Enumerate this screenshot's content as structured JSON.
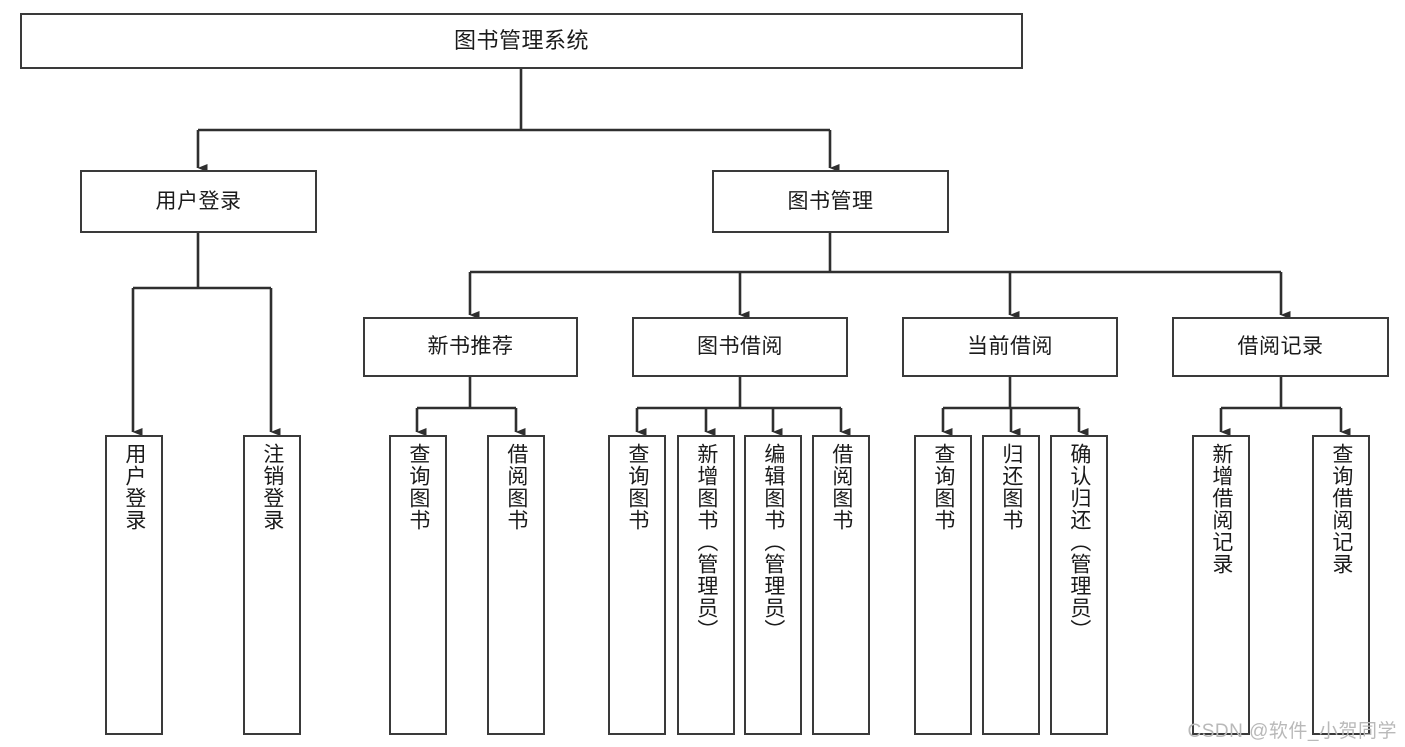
{
  "diagram": {
    "title": "图书管理系统",
    "type": "tree-hierarchy-chart",
    "root": {
      "label": "图书管理系统"
    },
    "level1": [
      {
        "label": "用户登录"
      },
      {
        "label": "图书管理"
      }
    ],
    "level2": [
      {
        "label": "新书推荐"
      },
      {
        "label": "图书借阅"
      },
      {
        "label": "当前借阅"
      },
      {
        "label": "借阅记录"
      }
    ],
    "leaves": {
      "user_login": [
        {
          "label": "用户登录"
        },
        {
          "label": "注销登录"
        }
      ],
      "new_book_recommend": [
        {
          "label": "查询图书"
        },
        {
          "label": "借阅图书"
        }
      ],
      "book_borrow": [
        {
          "label": "查询图书"
        },
        {
          "label": "新增图书（管理员）"
        },
        {
          "label": "编辑图书（管理员）"
        },
        {
          "label": "借阅图书"
        }
      ],
      "current_borrow": [
        {
          "label": "查询图书"
        },
        {
          "label": "归还图书"
        },
        {
          "label": "确认归还（管理员）"
        }
      ],
      "borrow_record": [
        {
          "label": "新增借阅记录"
        },
        {
          "label": "查询借阅记录"
        }
      ]
    }
  },
  "watermark": {
    "text": "CSDN @软件_小贺同学"
  },
  "colors": {
    "box_border": "#3a3a3a",
    "box_fill": "#ffffff",
    "edge": "#2f2f2f",
    "text": "#1b1b1b",
    "watermark": "#b9b9b9",
    "background": "#ffffff"
  }
}
